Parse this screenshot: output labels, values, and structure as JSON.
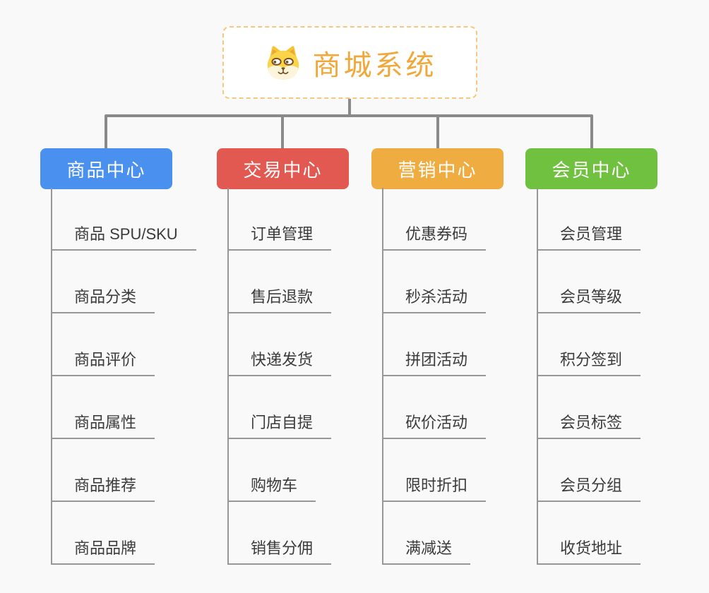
{
  "root": {
    "title": "商城系统",
    "icon": "dog-face-icon"
  },
  "branches": [
    {
      "label": "商品中心",
      "color": "#4a90ee",
      "items": [
        "商品 SPU/SKU",
        "商品分类",
        "商品评价",
        "商品属性",
        "商品推荐",
        "商品品牌"
      ]
    },
    {
      "label": "交易中心",
      "color": "#e25952",
      "items": [
        "订单管理",
        "售后退款",
        "快递发货",
        "门店自提",
        "购物车",
        "销售分佣"
      ]
    },
    {
      "label": "营销中心",
      "color": "#efad41",
      "items": [
        "优惠券码",
        "秒杀活动",
        "拼团活动",
        "砍价活动",
        "限时折扣",
        "满减送"
      ]
    },
    {
      "label": "会员中心",
      "color": "#6fc13f",
      "items": [
        "会员管理",
        "会员等级",
        "积分签到",
        "会员标签",
        "会员分组",
        "收货地址"
      ]
    }
  ],
  "colors": {
    "background": "#f9f9f9",
    "connector": "#8a8a8a",
    "leaf_line": "#979797",
    "leaf_text": "#3b3b3b",
    "root_text": "#f1a83a",
    "root_border": "#f6c77c"
  }
}
